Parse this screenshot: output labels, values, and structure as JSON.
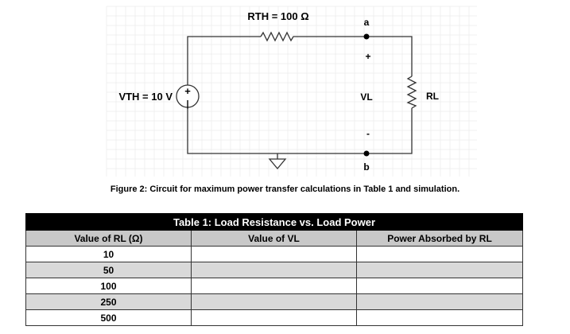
{
  "circuit": {
    "rth_label": "RTH = 100 Ω",
    "vth_label": "VTH = 10 V",
    "rl_label": "RL",
    "vl_label": "VL",
    "node_a": "a",
    "node_b": "b",
    "plus_sign": "+",
    "minus_sign": "-",
    "source_plus": "+",
    "source_minus": "|"
  },
  "figure_caption": "Figure 2: Circuit for maximum power transfer calculations in Table 1 and simulation.",
  "table": {
    "title": "Table 1: Load Resistance vs. Load Power",
    "headers": [
      "Value of RL (Ω)",
      "Value of VL",
      "Power Absorbed by RL"
    ],
    "rows": [
      {
        "rl": "10",
        "vl": "",
        "power": ""
      },
      {
        "rl": "50",
        "vl": "",
        "power": ""
      },
      {
        "rl": "100",
        "vl": "",
        "power": ""
      },
      {
        "rl": "250",
        "vl": "",
        "power": ""
      },
      {
        "rl": "500",
        "vl": "",
        "power": ""
      }
    ]
  },
  "colors": {
    "wire": "#333333",
    "grid": "#e6e6e6",
    "table_title_bg": "#000000",
    "header_bg": "#c8c8c8",
    "shade_bg": "#d9d9d9"
  }
}
